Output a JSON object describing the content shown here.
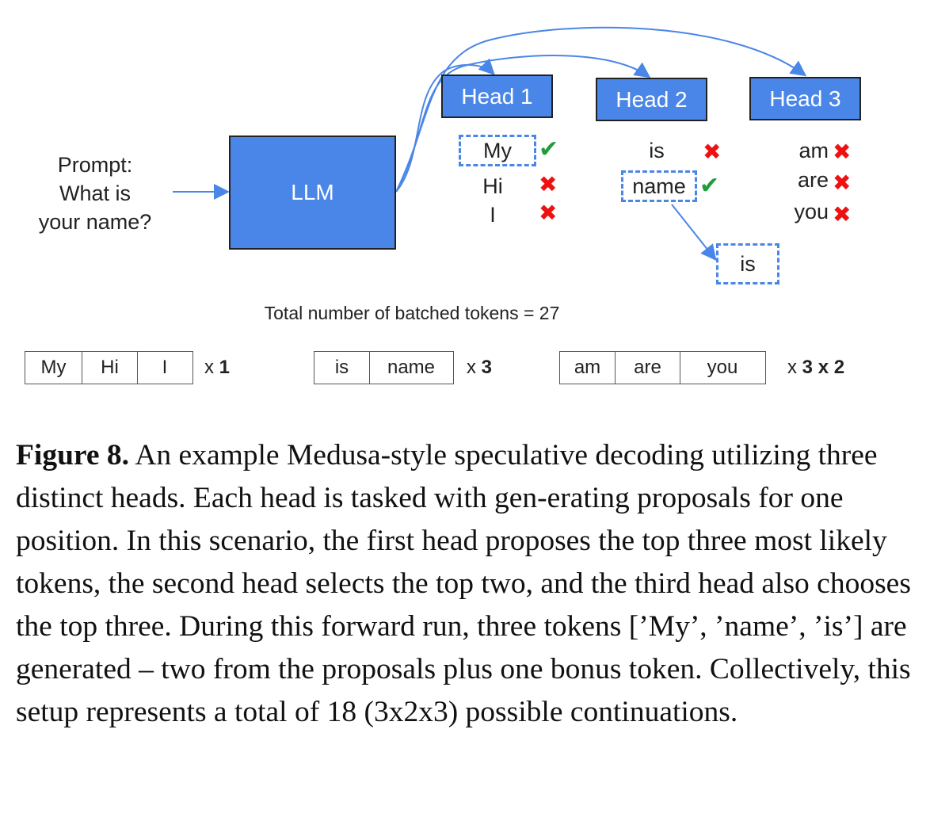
{
  "prompt": {
    "line1": "Prompt:",
    "line2": "What is",
    "line3": "your name?"
  },
  "llm_label": "LLM",
  "heads": [
    {
      "label": "Head 1",
      "tokens": [
        {
          "text": "My",
          "accepted": true
        },
        {
          "text": "Hi",
          "accepted": false
        },
        {
          "text": "I",
          "accepted": false
        }
      ]
    },
    {
      "label": "Head 2",
      "tokens": [
        {
          "text": "is",
          "accepted": false
        },
        {
          "text": "name",
          "accepted": true
        }
      ]
    },
    {
      "label": "Head 3",
      "tokens": [
        {
          "text": "am",
          "accepted": false
        },
        {
          "text": "are",
          "accepted": false
        },
        {
          "text": "you",
          "accepted": false
        }
      ]
    }
  ],
  "bonus_token": "is",
  "total_label": "Total number of batched tokens = 27",
  "batches": [
    {
      "tokens": [
        "My",
        "Hi",
        "I"
      ],
      "multiplier_prefix": "x ",
      "multiplier": "1"
    },
    {
      "tokens": [
        "is",
        "name"
      ],
      "multiplier_prefix": "x ",
      "multiplier": "3"
    },
    {
      "tokens": [
        "am",
        "are",
        "you"
      ],
      "multiplier_prefix": "x ",
      "multiplier": "3 x 2"
    }
  ],
  "caption": {
    "label": "Figure 8.",
    "text": " An example Medusa-style speculative decoding utilizing three distinct heads. Each head is tasked with gen-erating proposals for one position. In this scenario, the first head proposes the top three most likely tokens, the second head selects the top two, and the third head also chooses the top three. During this forward run, three tokens [’My’, ’name’, ’is’] are generated – two from the proposals plus one bonus token. Collectively, this setup represents a total of 18 (3x2x3) possible continuations."
  },
  "colors": {
    "box_blue": "#4a86e8",
    "arrow_blue": "#4a86e8",
    "reject_red": "#ee1111",
    "accept_green": "#1f9d3a"
  },
  "icons": {
    "accept": "check-icon",
    "reject": "cross-icon"
  }
}
